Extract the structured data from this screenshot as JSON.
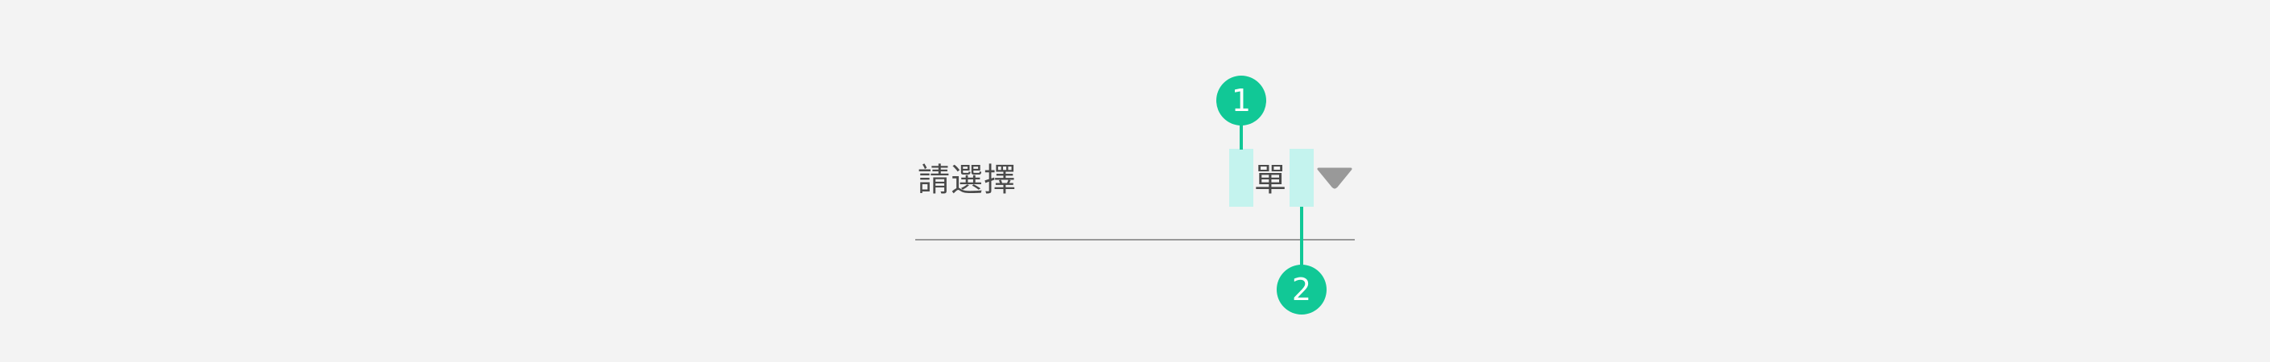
{
  "select": {
    "placeholder": "請選擇",
    "value": "單",
    "arrow_icon": "caret-down-icon",
    "arrow_color": "#999999"
  },
  "annotations": {
    "marker_1": "1",
    "marker_2": "2",
    "color": "#11c896",
    "highlight_color": "#c4f3ee"
  }
}
